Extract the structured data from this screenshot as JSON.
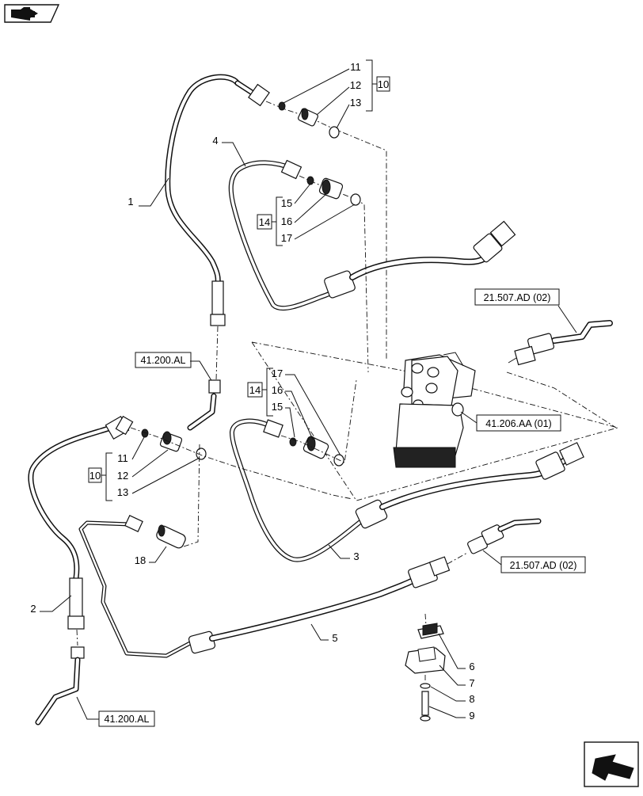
{
  "callouts": {
    "c1": "1",
    "c2": "2",
    "c3": "3",
    "c4": "4",
    "c5": "5",
    "c6": "6",
    "c7": "7",
    "c8": "8",
    "c9": "9",
    "g1_11": "11",
    "g1_12": "12",
    "g1_13": "13",
    "g1_box": "10",
    "g2_15": "15",
    "g2_16": "16",
    "g2_17": "17",
    "g2_box": "14",
    "g3_17": "17",
    "g3_16": "16",
    "g3_15": "15",
    "g3_box": "14",
    "g4_11": "11",
    "g4_12": "12",
    "g4_13": "13",
    "g4_box": "10",
    "c18": "18"
  },
  "references": {
    "ref_21507_top": "21.507.AD (02)",
    "ref_41200_mid": "41.200.AL",
    "ref_41206": "41.206.AA (01)",
    "ref_21507_mid": "21.507.AD (02)",
    "ref_41200_bottom": "41.200.AL"
  },
  "icons": {
    "top_left": "book-arrow-icon",
    "bottom_right": "arrow-left-down-icon"
  }
}
